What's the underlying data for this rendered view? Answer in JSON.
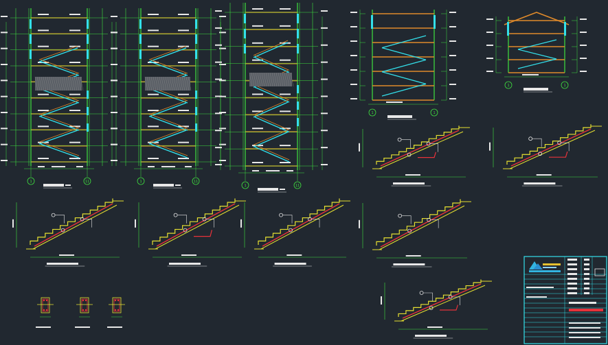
{
  "colors": {
    "background": "#212830",
    "structure": "#3fe23f",
    "cyan": "#33e0ea",
    "orange": "#e08a2a",
    "red": "#e8323a",
    "yellow": "#e6e030",
    "white": "#e8e8e8",
    "hatch": "#8a8a8a",
    "frame": "#33e0ea"
  },
  "sections": [
    {
      "axis_left": "1",
      "axis_right": "11"
    },
    {
      "axis_left": "1",
      "axis_right": "11"
    },
    {
      "axis_left": "1",
      "axis_right": "11"
    }
  ],
  "upper_right": [
    {
      "axis_left": "1",
      "axis_right": "1"
    },
    {
      "axis_left": "1",
      "axis_right": "1"
    }
  ],
  "title_block": {
    "logo_icon": "company-logo-icon"
  }
}
